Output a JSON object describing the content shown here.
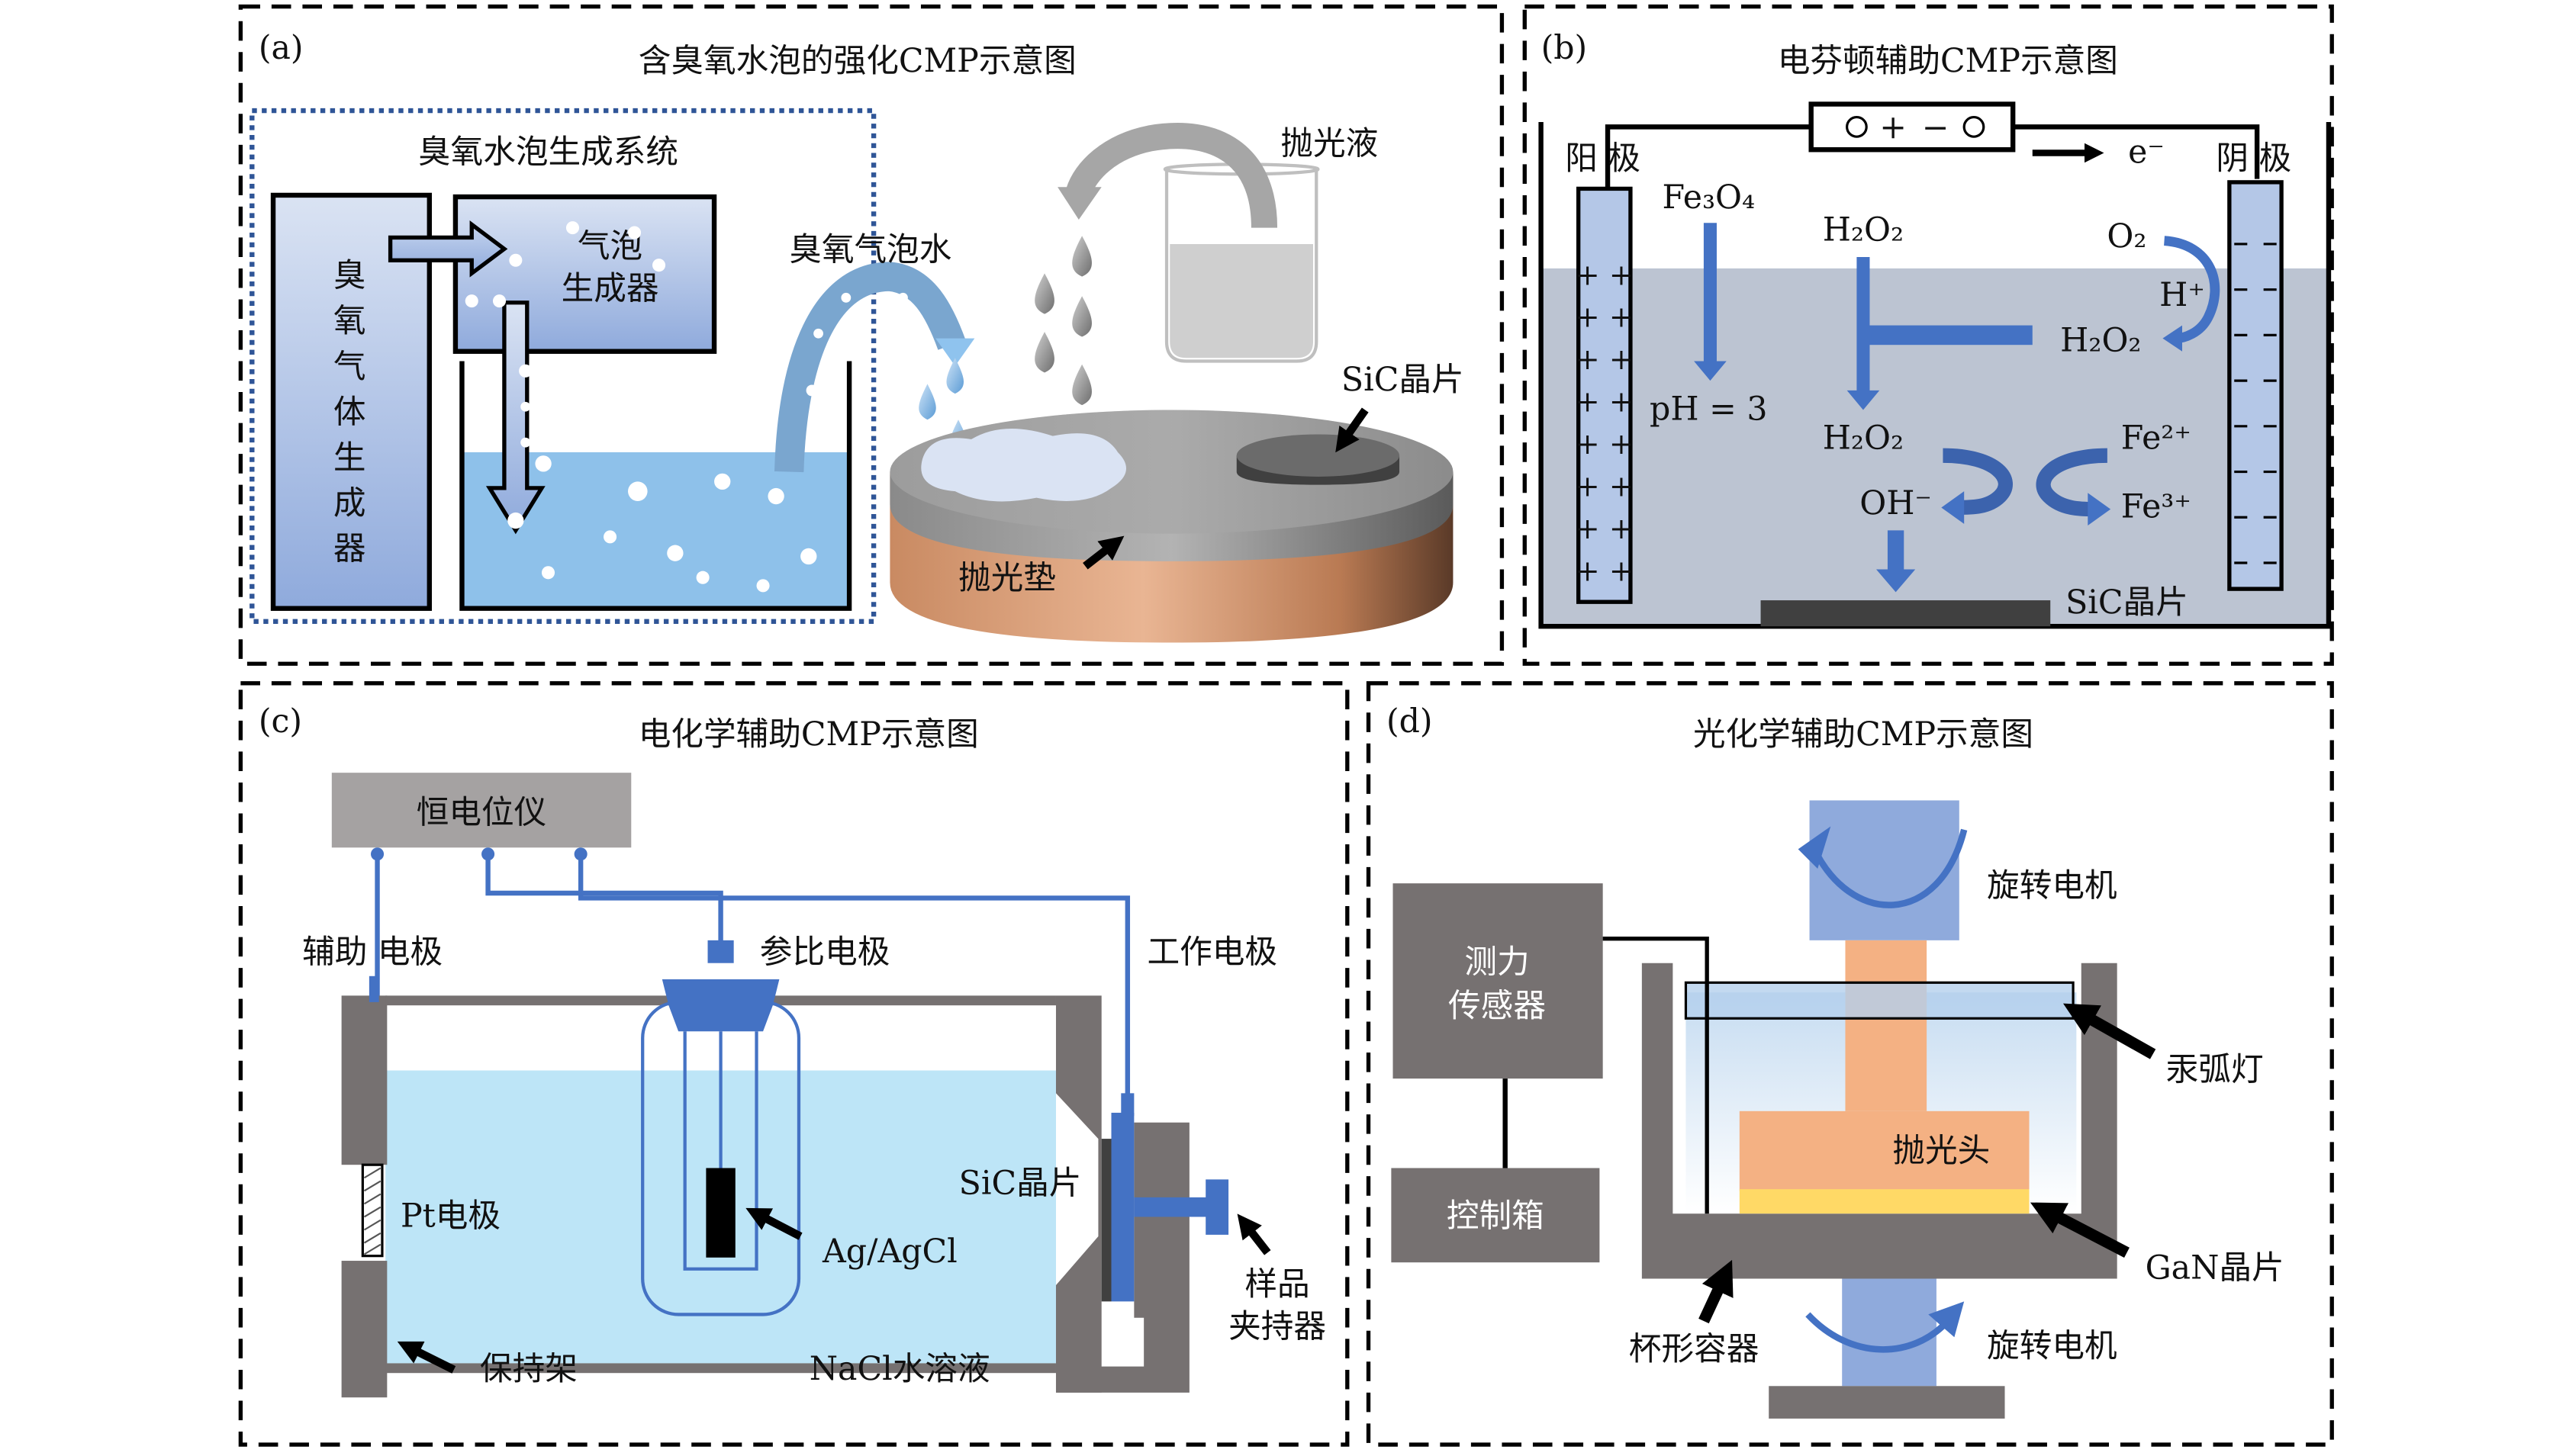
{
  "panels": {
    "a": {
      "tag": "(a)",
      "title": "含臭氧水泡的强化CMP示意图",
      "system_label": "臭氧水泡生成系统",
      "ozone_generator": [
        "臭",
        "氧",
        "气",
        "体",
        "生",
        "成",
        "器"
      ],
      "bubble_generator": [
        "气泡",
        "生成器"
      ],
      "ozone_water": "臭氧气泡水",
      "slurry": "抛光液",
      "wafer": "SiC晶片",
      "pad": "抛光垫"
    },
    "b": {
      "tag": "(b)",
      "title": "电芬顿辅助CMP示意图",
      "anode": "阳 极",
      "cathode": "阴 极",
      "battery_pos": "O+",
      "battery_neg": "−O",
      "electron": "e⁻",
      "fe3o4": "Fe₃O₄",
      "ph": "pH = 3",
      "h2o2_top": "H₂O₂",
      "o2": "O₂",
      "hplus": "H⁺",
      "h2o2_right": "H₂O₂",
      "h2o2_mid": "H₂O₂",
      "fe2": "Fe²⁺",
      "fe3": "Fe³⁺",
      "oh": "OH⁻",
      "wafer": "SiC晶片",
      "plus_sign": "+ +",
      "minus_sign": "—"
    },
    "c": {
      "tag": "(c)",
      "title": "电化学辅助CMP示意图",
      "potentiostat": "恒电位仪",
      "aux_electrode": "辅助 电极",
      "ref_electrode": "参比电极",
      "work_electrode": "工作电极",
      "pt_electrode": "Pt电极",
      "agcl": "Ag/AgCl",
      "wafer": "SiC晶片",
      "holder": [
        "样品",
        "夹持器"
      ],
      "frame": "保持架",
      "solution": "NaCl水溶液"
    },
    "d": {
      "tag": "(d)",
      "title": "光化学辅助CMP示意图",
      "force_sensor": [
        "测力",
        "传感器"
      ],
      "control_box": "控制箱",
      "motor_top": "旋转电机",
      "lamp": "汞弧灯",
      "head": "抛光头",
      "wafer": "GaN晶片",
      "cup": "杯形容器",
      "motor_bottom": "旋转电机"
    }
  },
  "colors": {
    "blue_dark": "#4472c4",
    "blue_light": "#b4c7e7",
    "water": "#8ec1ea",
    "nacl": "#bde5f7",
    "gray": "#767171",
    "pad_copper": "#d9a07a",
    "head_orange": "#f4b183",
    "gan_yellow": "#ffd966",
    "electrolyte": "#bcc4d2"
  }
}
